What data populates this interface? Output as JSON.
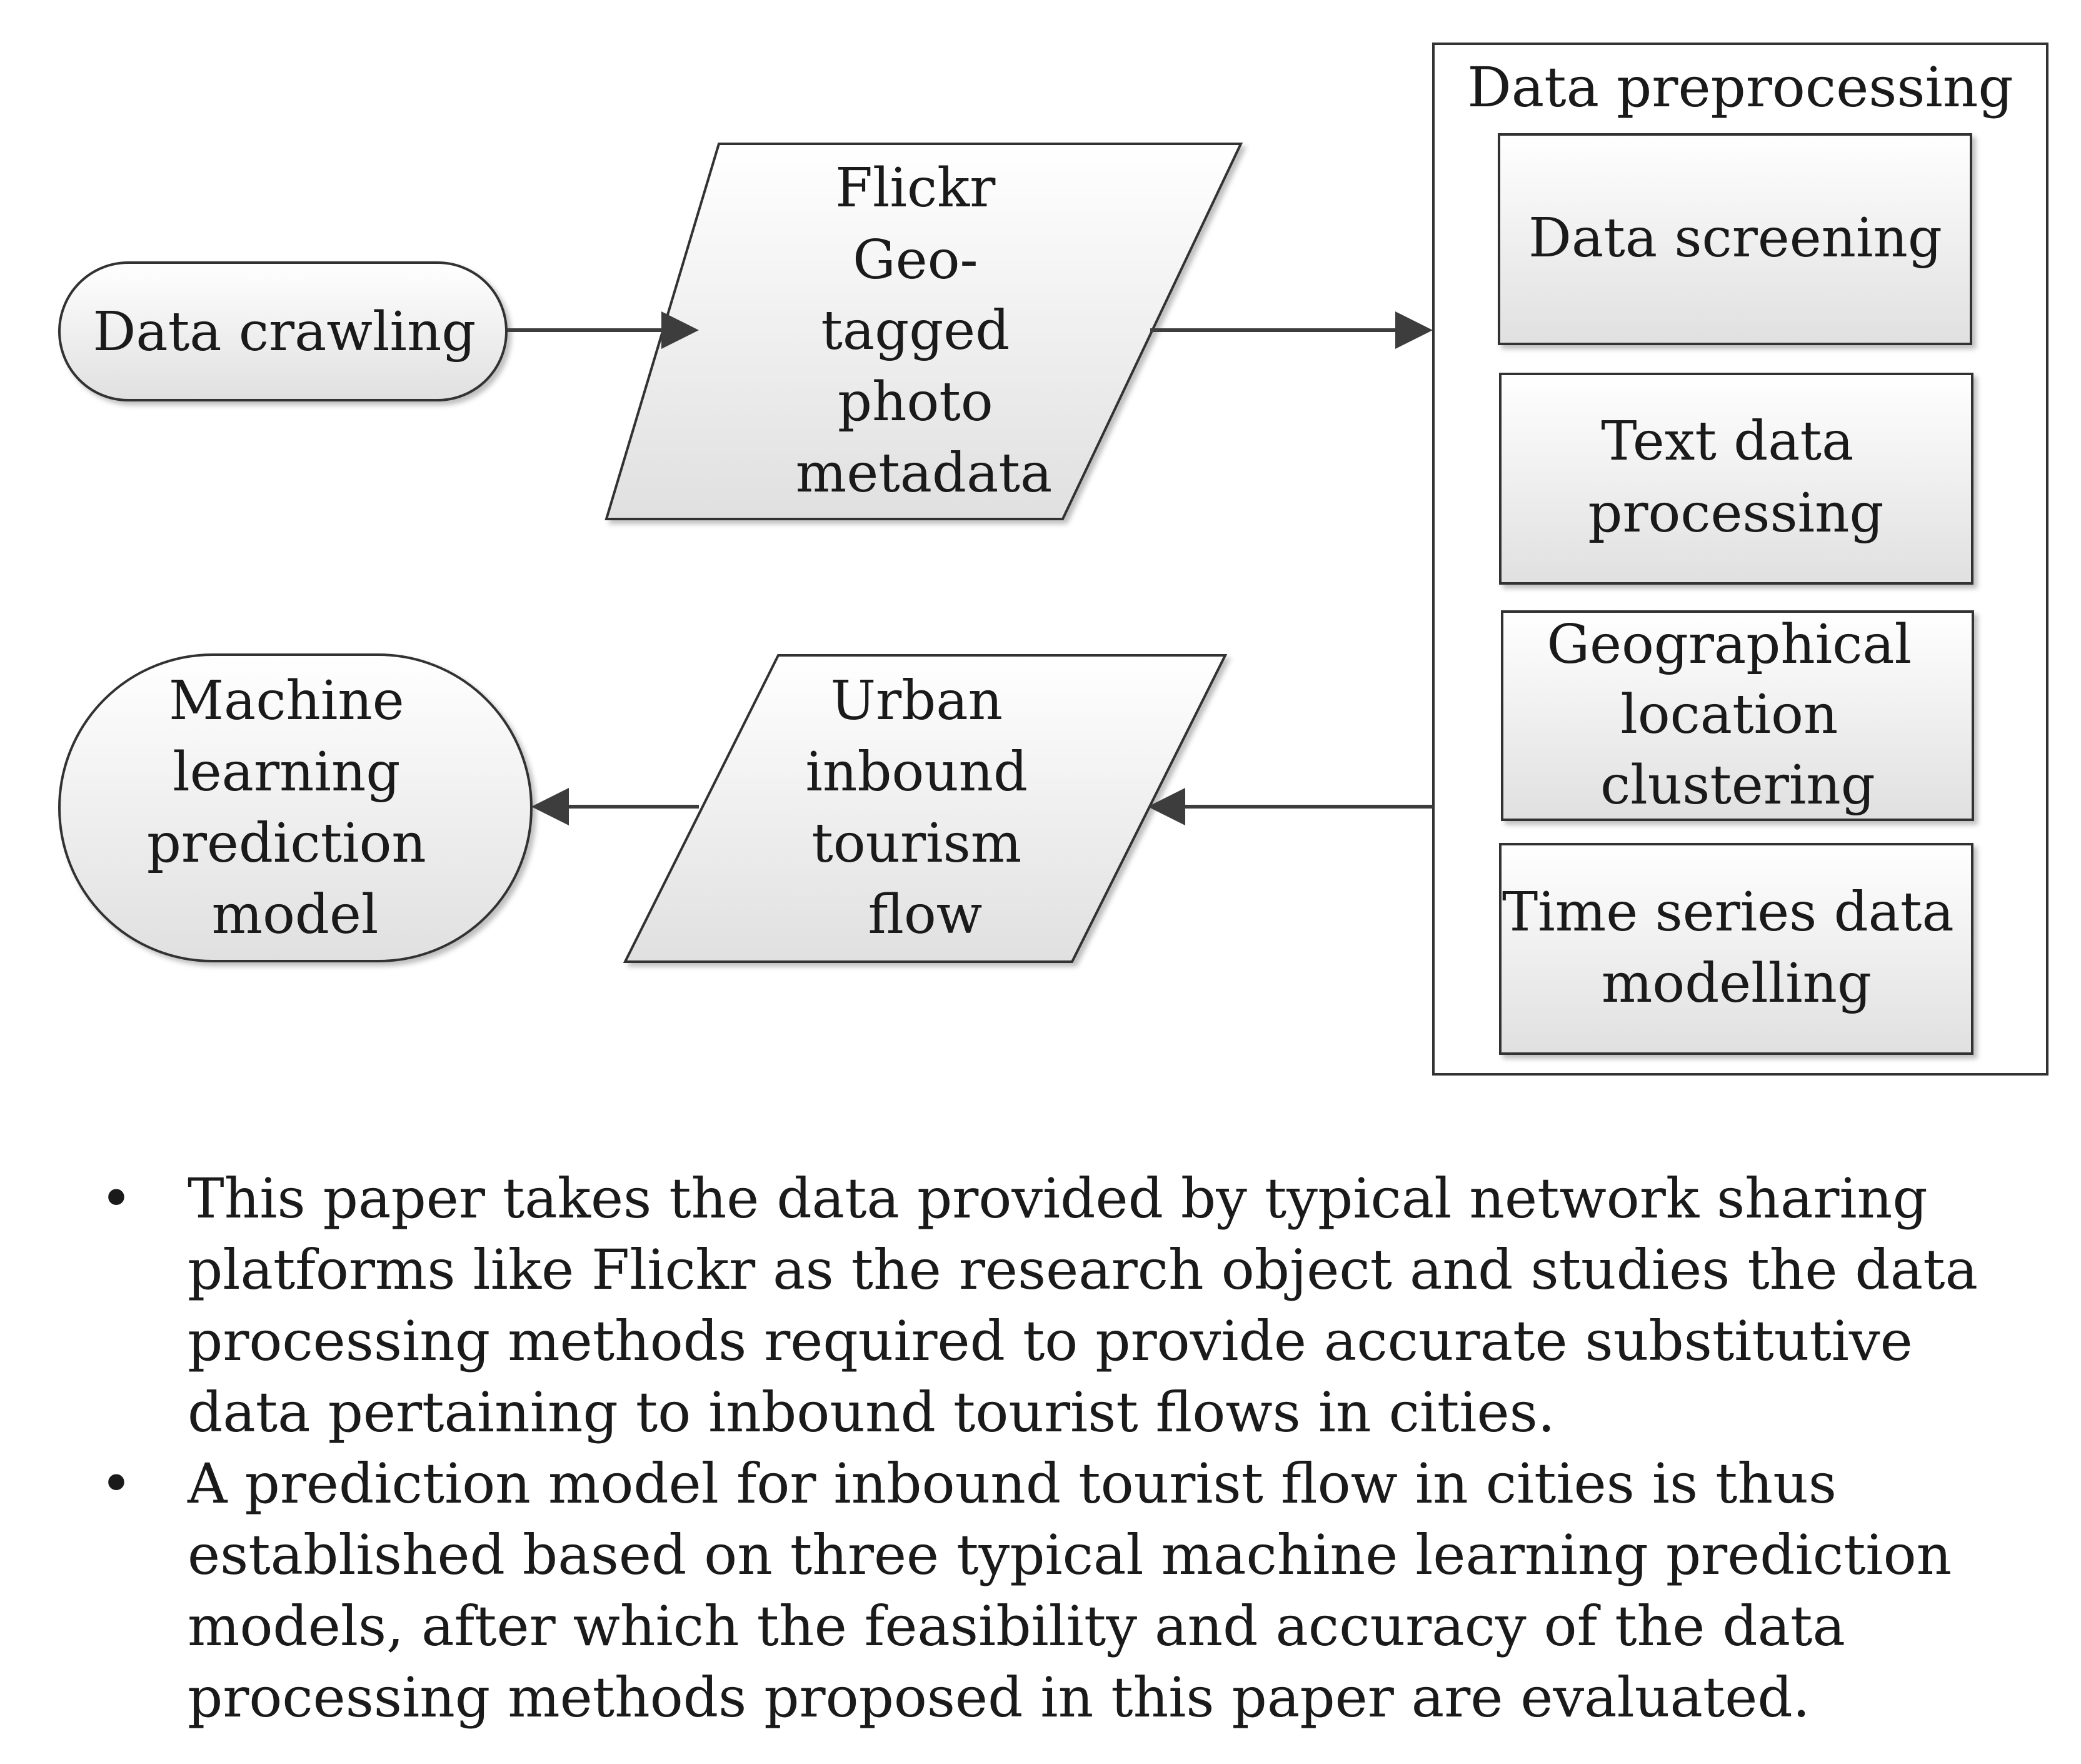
{
  "diagram": {
    "nodes": {
      "data_crawling": "Data crawling",
      "flickr_metadata": [
        "Flickr",
        "Geo-",
        "tagged",
        "photo",
        "metadata"
      ],
      "preprocessing_title": "Data preprocessing",
      "data_screening": "Data screening",
      "text_processing": [
        "Text data",
        "processing"
      ],
      "geo_clustering": [
        "Geographical",
        "location",
        "clustering"
      ],
      "time_series": [
        "Time series data",
        "modelling"
      ],
      "tourism_flow": [
        "Urban",
        "inbound",
        "tourism",
        "flow"
      ],
      "ml_model": [
        "Machine",
        "learning",
        "prediction",
        "model"
      ]
    },
    "colors": {
      "fill_light": "#ffffff",
      "fill_dark": "#e0e0e0",
      "stroke": "#333333",
      "arrow": "#3d3d3d"
    }
  },
  "bullets": [
    {
      "marker": "•",
      "text": "This paper takes the data provided by typical network sharing platforms like Flickr as the research object and studies the data processing methods required to provide accurate substitutive data pertaining to inbound tourist flows in cities."
    },
    {
      "marker": "•",
      "text": "A prediction model for inbound tourist flow in cities is thus established based on three typical machine learning prediction models, after which the feasibility and accuracy of the data processing methods proposed in this paper are evaluated."
    }
  ]
}
